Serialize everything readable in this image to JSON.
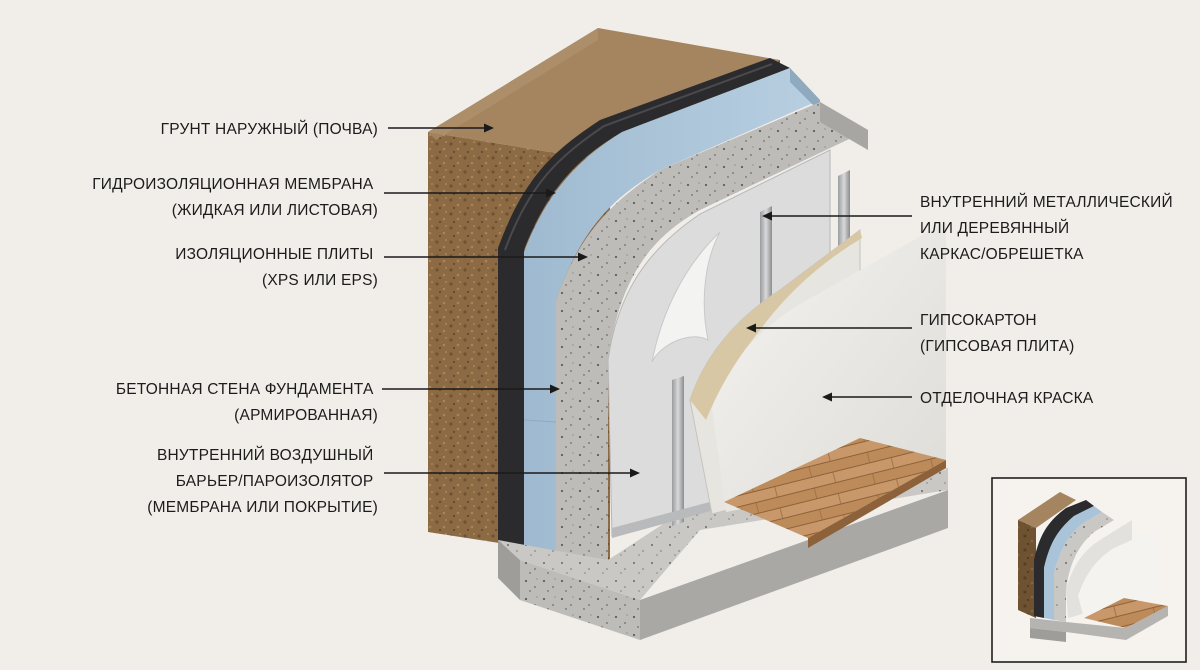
{
  "labels_left": [
    {
      "id": "soil",
      "lines": [
        "ГРУНТ НАРУЖНЫЙ (ПОЧВА)"
      ]
    },
    {
      "id": "membrane",
      "lines": [
        "ГИДРОИЗОЛЯЦИОННАЯ МЕМБРАНА",
        "(ЖИДКАЯ ИЛИ ЛИСТОВАЯ)"
      ]
    },
    {
      "id": "insulation",
      "lines": [
        "ИЗОЛЯЦИОННЫЕ ПЛИТЫ",
        "(XPS ИЛИ EPS)"
      ]
    },
    {
      "id": "concrete",
      "lines": [
        "БЕТОННАЯ СТЕНА ФУНДАМЕНТА",
        "(АРМИРОВАННАЯ)"
      ]
    },
    {
      "id": "vapor-barrier",
      "lines": [
        "ВНУТРЕННИЙ ВОЗДУШНЫЙ",
        "БАРЬЕР/ПАРОИЗОЛЯТОР",
        "(МЕМБРАНА ИЛИ ПОКРЫТИЕ)"
      ]
    }
  ],
  "labels_right": [
    {
      "id": "frame",
      "lines": [
        "ВНУТРЕННИЙ МЕТАЛЛИЧЕСКИЙ",
        "ИЛИ ДЕРЕВЯННЫЙ",
        "КАРКАС/ОБРЕШЕТКА"
      ]
    },
    {
      "id": "drywall",
      "lines": [
        "ГИПСОКАРТОН",
        "(ГИПСОВАЯ ПЛИТА)"
      ]
    },
    {
      "id": "paint",
      "lines": [
        "ОТДЕЛОЧНАЯ КРАСКА"
      ]
    }
  ],
  "colors": {
    "background": "#f1ede8",
    "soil": "#8a6a45",
    "membrane": "#2b2b2d",
    "insulation": "#a9c3d8",
    "concrete": "#b9b8b4",
    "drywall": "#ecebe7",
    "wood_floor": "#b98656",
    "leader": "#1a1a1a"
  }
}
